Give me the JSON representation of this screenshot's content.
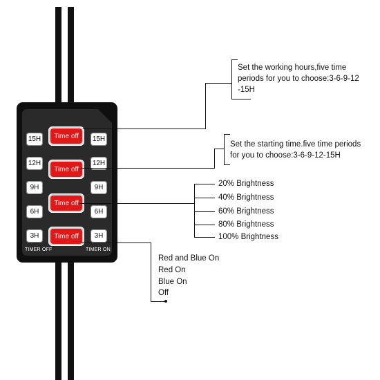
{
  "device": {
    "hour_buttons": [
      "15H",
      "12H",
      "9H",
      "6H",
      "3H"
    ],
    "time_button_label": "Time off",
    "timer_off_label": "TIMER OFF",
    "timer_on_label": "TIMER ON"
  },
  "callouts": {
    "working_hours": [
      "Set the working hours,five time",
      "periods for you to choose:3-6-9-12",
      "-15H"
    ],
    "starting_time": [
      "Set the starting time.five time periods",
      "for you to choose:3-6-9-12-15H"
    ],
    "brightness": [
      "20% Brightness",
      "40% Brightness",
      "60% Brightness",
      "80% Brightness",
      "100% Brightness"
    ],
    "color_modes": [
      "Red and Blue On",
      "Red On",
      "Blue On",
      "Off"
    ]
  }
}
